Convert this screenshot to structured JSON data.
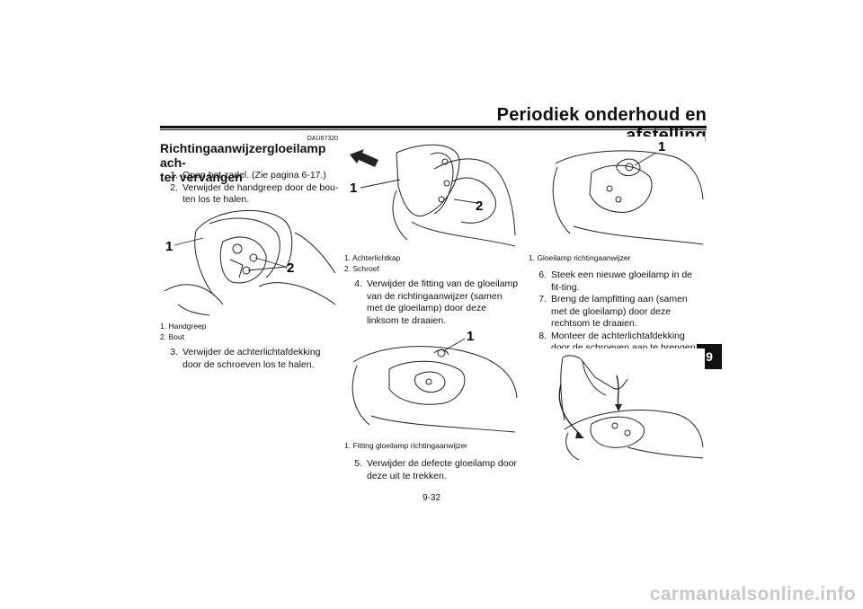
{
  "header": {
    "title": "Periodiek onderhoud en afstelling"
  },
  "chapter_tab": "9",
  "section": {
    "code": "DAU67320",
    "title_line1": "Richtingaanwijzergloeilamp ach-",
    "title_line2": "ter vervangen"
  },
  "col1": {
    "steps": [
      {
        "num": "1.",
        "text": "Open het zadel. (Zie pagina 6-17.)"
      },
      {
        "num": "2.",
        "text": "Verwijder de handgreep door de bou-ten los te halen."
      }
    ],
    "figure": {
      "callouts": [
        "1",
        "2"
      ]
    },
    "captions": [
      "1. Handgreep",
      "2. Bout"
    ],
    "step3": {
      "num": "3.",
      "text": "Verwijder de achterlichtafdekking door de schroeven los te halen."
    }
  },
  "col2": {
    "figure1": {
      "callouts": [
        "1",
        "2"
      ]
    },
    "captions1": [
      "1. Achterlichtkap",
      "2. Schroef"
    ],
    "step4": {
      "num": "4.",
      "text": "Verwijder de fitting van de gloeilamp van de richtingaanwijzer (samen met de gloeilamp) door deze linksom te draaien."
    },
    "figure2": {
      "callouts": [
        "1"
      ]
    },
    "captions2": [
      "1. Fitting gloeilamp richtingaanwijzer"
    ],
    "step5": {
      "num": "5.",
      "text": "Verwijder de defecte gloeilamp door deze uit te trekken."
    }
  },
  "col3": {
    "figure1": {
      "callouts": [
        "1"
      ]
    },
    "captions1": [
      "1. Gloeilamp richtingaanwijzer"
    ],
    "steps": [
      {
        "num": "6.",
        "text": "Steek een nieuwe gloeilamp in de fit-ting."
      },
      {
        "num": "7.",
        "text": "Breng de lampfitting aan (samen met de gloeilamp) door deze rechtsom te draaien."
      },
      {
        "num": "8.",
        "text": "Monteer de achterlichtafdekking door de schroeven aan te brengen."
      }
    ]
  },
  "footer": {
    "page": "9-32"
  },
  "watermark": "carmanualsonline.info"
}
